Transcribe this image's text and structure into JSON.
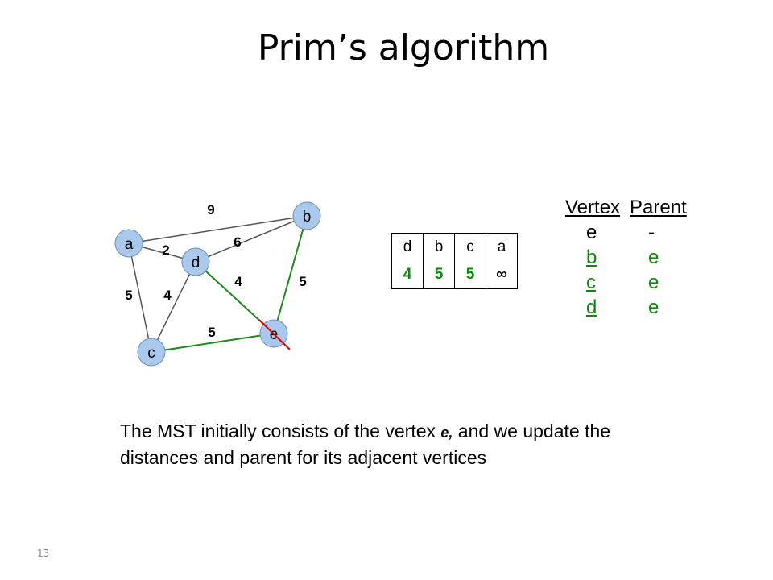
{
  "title": "Prim’s algorithm",
  "graph": {
    "vertices": [
      "a",
      "b",
      "c",
      "d",
      "e"
    ],
    "edges": [
      {
        "from": "a",
        "to": "b",
        "weight": "9"
      },
      {
        "from": "a",
        "to": "d",
        "weight": "2"
      },
      {
        "from": "a",
        "to": "c",
        "weight": "5"
      },
      {
        "from": "d",
        "to": "b",
        "weight": "6"
      },
      {
        "from": "d",
        "to": "c",
        "weight": "4"
      },
      {
        "from": "d",
        "to": "e",
        "weight": "4"
      },
      {
        "from": "b",
        "to": "e",
        "weight": "5"
      },
      {
        "from": "c",
        "to": "e",
        "weight": "5"
      }
    ]
  },
  "queue": {
    "keys": [
      "d",
      "b",
      "c",
      "a"
    ],
    "values": [
      "4",
      "5",
      "5",
      "∞"
    ]
  },
  "parent_table": {
    "header_vertex": "Vertex",
    "header_parent": "Parent",
    "rows": [
      {
        "vertex": "e",
        "parent": "-"
      },
      {
        "vertex": "b",
        "parent": "e"
      },
      {
        "vertex": "c",
        "parent": "e"
      },
      {
        "vertex": "d",
        "parent": "e"
      }
    ]
  },
  "caption": {
    "before": "The MST initially consists of the vertex ",
    "vertex": "e,",
    "after": " and we update the distances and parent for its adjacent vertices"
  },
  "slide_number": "13",
  "colors": {
    "node_fill": "#a9c8ec",
    "tree_edge": "#1a8a1a",
    "strike": "#e00000",
    "green_text": "#0a8a0a"
  }
}
